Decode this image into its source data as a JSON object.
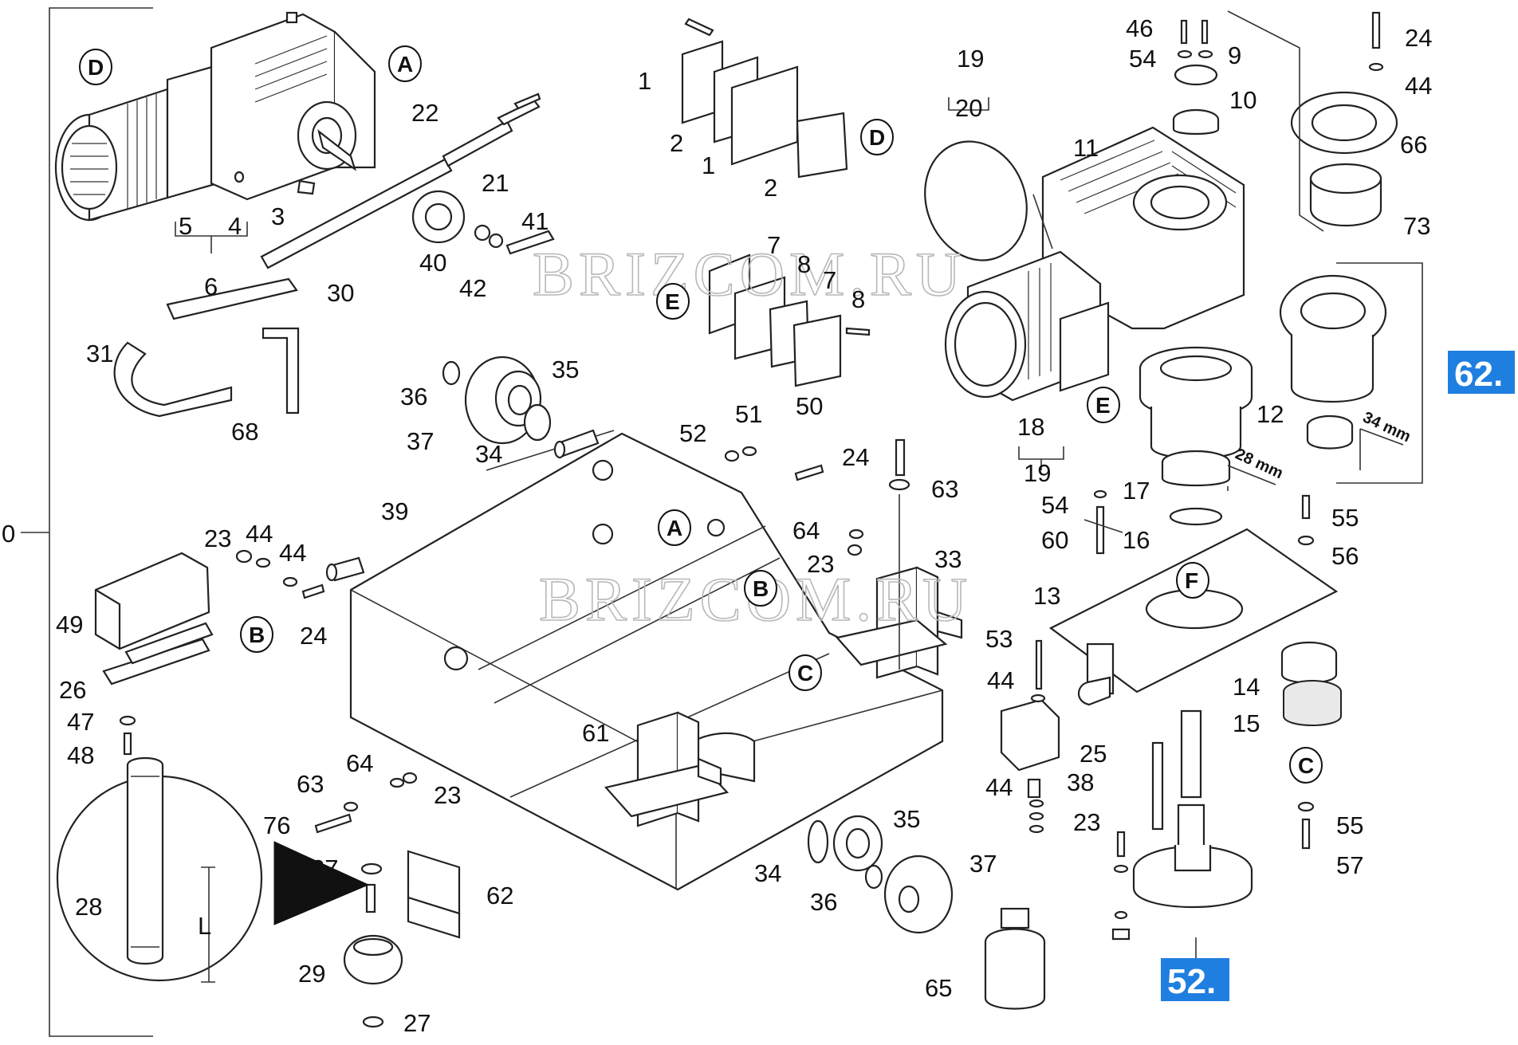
{
  "watermark": "BRIZCOM.RU",
  "assemblies": [
    {
      "label": "62.",
      "color": "#1f7fe0"
    },
    {
      "label": "52.",
      "color": "#1f7fe0"
    }
  ],
  "dimensions": {
    "d1": "34 mm",
    "d2": "28 mm",
    "d3": "L"
  },
  "letters": {
    "A": "A",
    "B": "B",
    "C": "C",
    "D": "D",
    "E": "E",
    "F": "F"
  },
  "callouts": [
    "0",
    "1",
    "2",
    "3",
    "4",
    "5",
    "6",
    "7",
    "8",
    "9",
    "10",
    "11",
    "12",
    "13",
    "14",
    "15",
    "16",
    "17",
    "18",
    "19",
    "20",
    "21",
    "22",
    "23",
    "24",
    "25",
    "26",
    "27",
    "28",
    "29",
    "30",
    "31",
    "33",
    "34",
    "35",
    "36",
    "37",
    "38",
    "39",
    "40",
    "41",
    "42",
    "44",
    "46",
    "47",
    "48",
    "49",
    "50",
    "51",
    "52",
    "53",
    "54",
    "55",
    "56",
    "57",
    "60",
    "61",
    "62",
    "63",
    "64",
    "65",
    "66",
    "68",
    "73",
    "76"
  ]
}
